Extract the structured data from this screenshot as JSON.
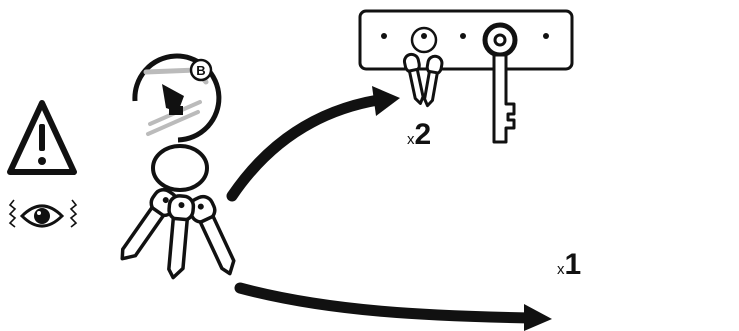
{
  "badge_letter": "B",
  "home_quantity": {
    "prefix": "x",
    "value": "2"
  },
  "car_quantity": {
    "prefix": "x",
    "value": "1"
  },
  "icons": [
    "warning-triangle-icon",
    "eye-icon",
    "b-key-tag-icon",
    "key-ring-icon",
    "key-board-icon",
    "skeleton-key-icon",
    "home-icon",
    "remote-key-fob-icon",
    "car-icon",
    "arrow-icon"
  ],
  "colors": {
    "ink": "#111111",
    "background": "#ffffff"
  }
}
